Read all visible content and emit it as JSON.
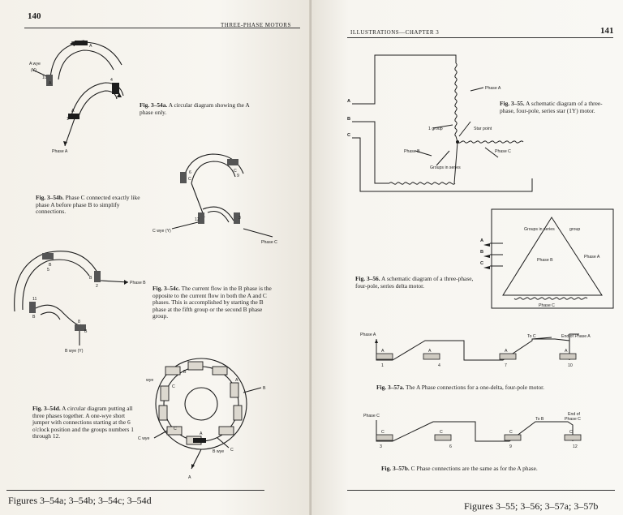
{
  "left_page": {
    "page_number": "140",
    "running_head": "THREE-PHASE MOTORS",
    "fig_54a": {
      "number": "Fig. 3–54a.",
      "text": "A circular diagram showing the A phase only.",
      "labels": {
        "a_wye": "A wye",
        "y": "(Y)",
        "phase": "Phase A",
        "a": "A",
        "n10": "10",
        "n4": "4",
        "n1": "1"
      }
    },
    "fig_54b": {
      "number": "Fig. 3–54b.",
      "text": "Phase C connected exactly like phase A before phase B to simplify connections.",
      "labels": {
        "c_wye": "C wye (Y)",
        "phase": "Phase C",
        "c": "C",
        "n6": "6",
        "n9": "9",
        "n12": "12",
        "n3": "3"
      }
    },
    "fig_54c": {
      "number": "Fig. 3–54c.",
      "text": "The current flow in the B phase is the opposite to the current flow in both the A and C phases. This is accomplished by starting the B phase at the fifth group or the second B phase group.",
      "labels": {
        "b_wye": "B wye (Y)",
        "phase": "Phase B",
        "b": "B",
        "n5": "5",
        "n2": "2",
        "n11": "11",
        "n8": "8"
      }
    },
    "fig_54d": {
      "number": "Fig. 3–54d.",
      "text": "A circular diagram putting all three phases together. A one-wye short jumper with connections starting at the 6 o'clock position and the groups numbers 1 through 12.",
      "labels": {
        "a": "A",
        "b": "B",
        "c": "C",
        "wye": "wye",
        "c_wye": "C wye",
        "b_wye": "B wye"
      }
    },
    "footer": "Figures 3–54a; 3–54b; 3–54c; 3–54d"
  },
  "right_page": {
    "running_head": "ILLUSTRATIONS—CHAPTER 3",
    "page_number": "141",
    "fig_55": {
      "number": "Fig. 3–55.",
      "text": "A schematic diagram of a three-phase, four-pole, series star (1Y) motor.",
      "labels": {
        "line_a": "A",
        "line_b": "B",
        "line_c": "C",
        "phase_a": "Phase A",
        "phase_b": "Phase B",
        "phase_c": "Phase C",
        "one_group": "1 group",
        "star_point": "Star point",
        "groups_in_series": "Groups in series"
      }
    },
    "fig_56": {
      "number": "Fig. 3–56.",
      "text": "A schematic diagram of a three-phase, four-pole, series delta motor.",
      "labels": {
        "line_a": "A",
        "line_b": "B",
        "line_c": "C",
        "groups_in_series": "Groups in series",
        "group": "group",
        "phase_a": "Phase A",
        "phase_b": "Phase B",
        "phase_c": "Phase C"
      }
    },
    "fig_57a": {
      "number": "Fig. 3–57a.",
      "text": "The A Phase connections for a one-delta, four-pole motor.",
      "labels": {
        "phase": "Phase A",
        "to": "To C",
        "end": "End of Phase A",
        "a": "A",
        "n1": "1",
        "n4": "4",
        "n7": "7",
        "n10": "10"
      }
    },
    "fig_57b": {
      "number": "Fig. 3–57b.",
      "text": "C Phase connections are the same as for the A phase.",
      "labels": {
        "phase": "Phase C",
        "to": "To B",
        "end_1": "End of",
        "end_2": "Phase C",
        "c": "C",
        "n3": "3",
        "n6": "6",
        "n9": "9",
        "n12": "12"
      }
    },
    "footer": "Figures 3–55; 3–56; 3–57a; 3–57b"
  }
}
